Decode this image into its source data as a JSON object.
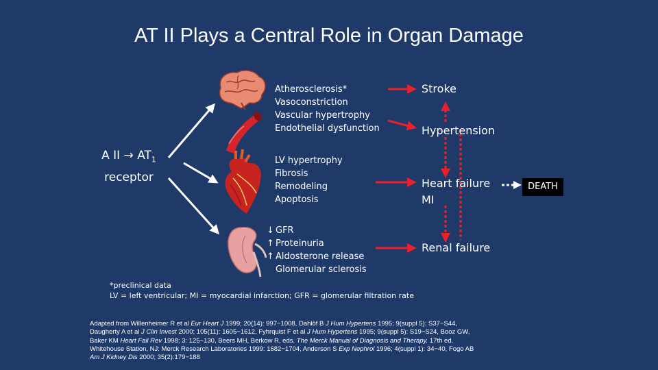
{
  "title": "AT II Plays a Central Role in Organ Damage",
  "receptor": {
    "line1_a": "A II",
    "line1_b": "AT",
    "line1_sub": "1",
    "line2": "receptor"
  },
  "vascular": {
    "items": [
      "Atherosclerosis*",
      "Vasoconstriction",
      "Vascular hypertrophy",
      "Endothelial dysfunction"
    ]
  },
  "cardiac": {
    "items": [
      "LV hypertrophy",
      "Fibrosis",
      "Remodeling",
      "Apoptosis"
    ]
  },
  "renal": {
    "items": [
      {
        "arrow": "down",
        "label": "GFR"
      },
      {
        "arrow": "up",
        "label": "Proteinuria"
      },
      {
        "arrow": "up",
        "label": "Aldosterone release"
      },
      {
        "arrow": "",
        "label": "Glomerular sclerosis"
      }
    ]
  },
  "outcomes": {
    "stroke": "Stroke",
    "hypertension": "Hypertension",
    "heart_failure": "Heart failure",
    "mi": "MI",
    "renal_failure": "Renal failure",
    "death": "DEATH"
  },
  "footnote": {
    "line1": "*preclinical data",
    "line2": "LV = left ventricular; MI = myocardial infarction; GFR = glomerular filtration rate"
  },
  "references": {
    "r1a": "Adapted from Willenheimer R et al ",
    "r1b": "Eur Heart J",
    "r1c": " 1999; 20(14): 997−1008, Dahlöf B ",
    "r1d": "J Hum Hypertens",
    "r1e": " 1995; 9(suppl 5): S37−S44,",
    "r2a": "Daugherty A et al ",
    "r2b": "J Clin Invest",
    "r2c": " 2000; 105(11): 1605−1612, Fyhrquist F et al ",
    "r2d": "J Hum Hypertens",
    "r2e": " 1995; 9(suppl 5): S19−S24, Booz GW,",
    "r3a": "Baker KM ",
    "r3b": "Heart Fail Rev",
    "r3c": " 1998; 3: 125−130, Beers MH, Berkow R, eds. ",
    "r3d": "The Merck Manual of Diagnosis and Therapy.",
    "r3e": " 17th ed.",
    "r4a": "Whitehouse Station, NJ: Merck Research Laboratories 1999: 1682−1704, Anderson S ",
    "r4b": "Exp Nephrol",
    "r4c": " 1996; 4(suppl 1): 34−40, Fogo AB",
    "r5a": "Am J Kidney Dis",
    "r5b": " 2000; 35(2):179−188"
  },
  "colors": {
    "background": "#1f3a68",
    "arrow_red": "#e8212b",
    "death_box": "#000000"
  },
  "icons": [
    "brain-icon",
    "artery-icon",
    "heart-icon",
    "kidney-icon"
  ]
}
